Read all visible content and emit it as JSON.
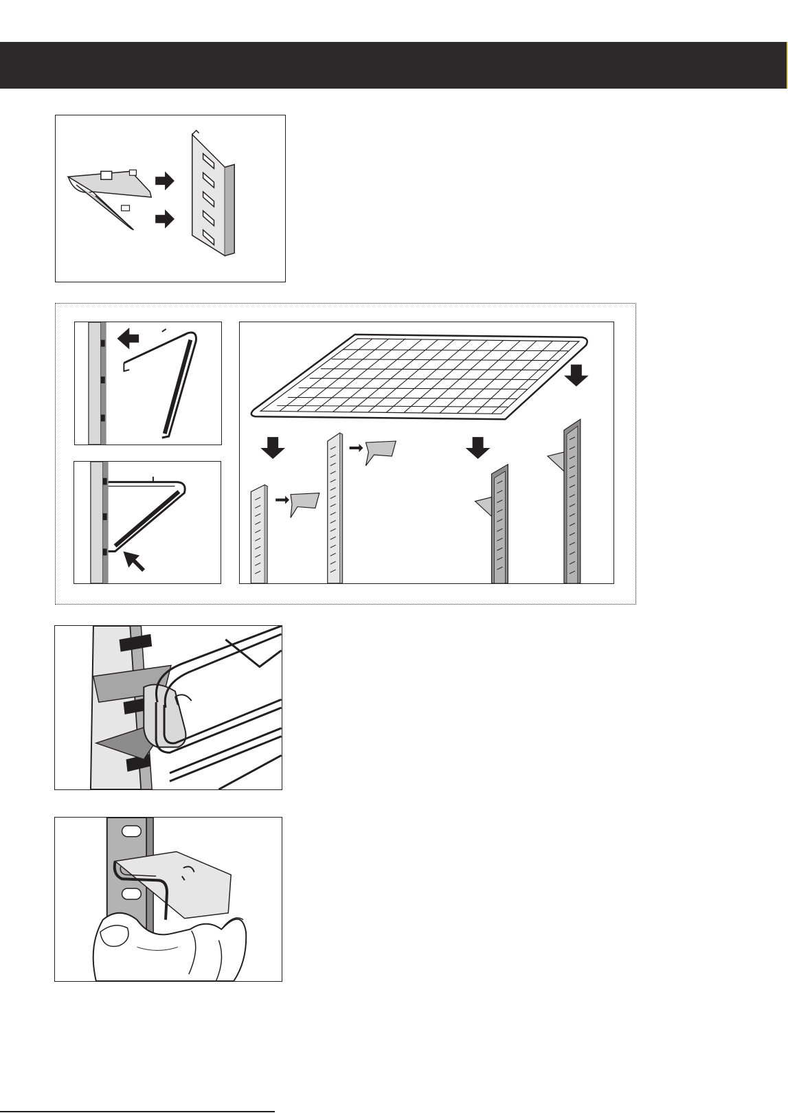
{
  "header": {
    "title": "",
    "bar_color": "#2d2a2b",
    "accent_color": "#f2d31b"
  },
  "figures": [
    {
      "id": "clip-and-rail",
      "icon": "shelf-clip-to-rail-illustration"
    },
    {
      "id": "hook-detach",
      "icon": "hook-out-arrow-illustration"
    },
    {
      "id": "hook-attach",
      "icon": "hook-in-arrow-illustration"
    },
    {
      "id": "wire-shelf-placement",
      "icon": "wire-shelf-down-arrows-illustration"
    },
    {
      "id": "shelf-closeup",
      "icon": "shelf-resting-on-clip-illustration"
    },
    {
      "id": "hand-closeup",
      "icon": "hand-pressing-clip-illustration"
    }
  ],
  "colors": {
    "ink": "#231f20",
    "metal_light": "#d9d9d9",
    "metal_mid": "#b3b3b3",
    "metal_dark": "#8c8c8c"
  }
}
